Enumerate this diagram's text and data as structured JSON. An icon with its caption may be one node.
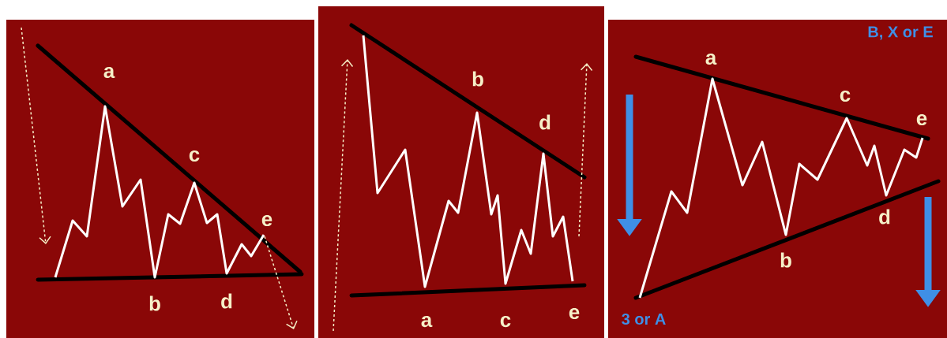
{
  "diagram": {
    "labels": [
      "a",
      "b",
      "c",
      "d",
      "e",
      "b",
      "d",
      "a",
      "c",
      "e",
      "B, X or E",
      "a",
      "b",
      "c",
      "d",
      "e",
      "3 or A"
    ]
  }
}
